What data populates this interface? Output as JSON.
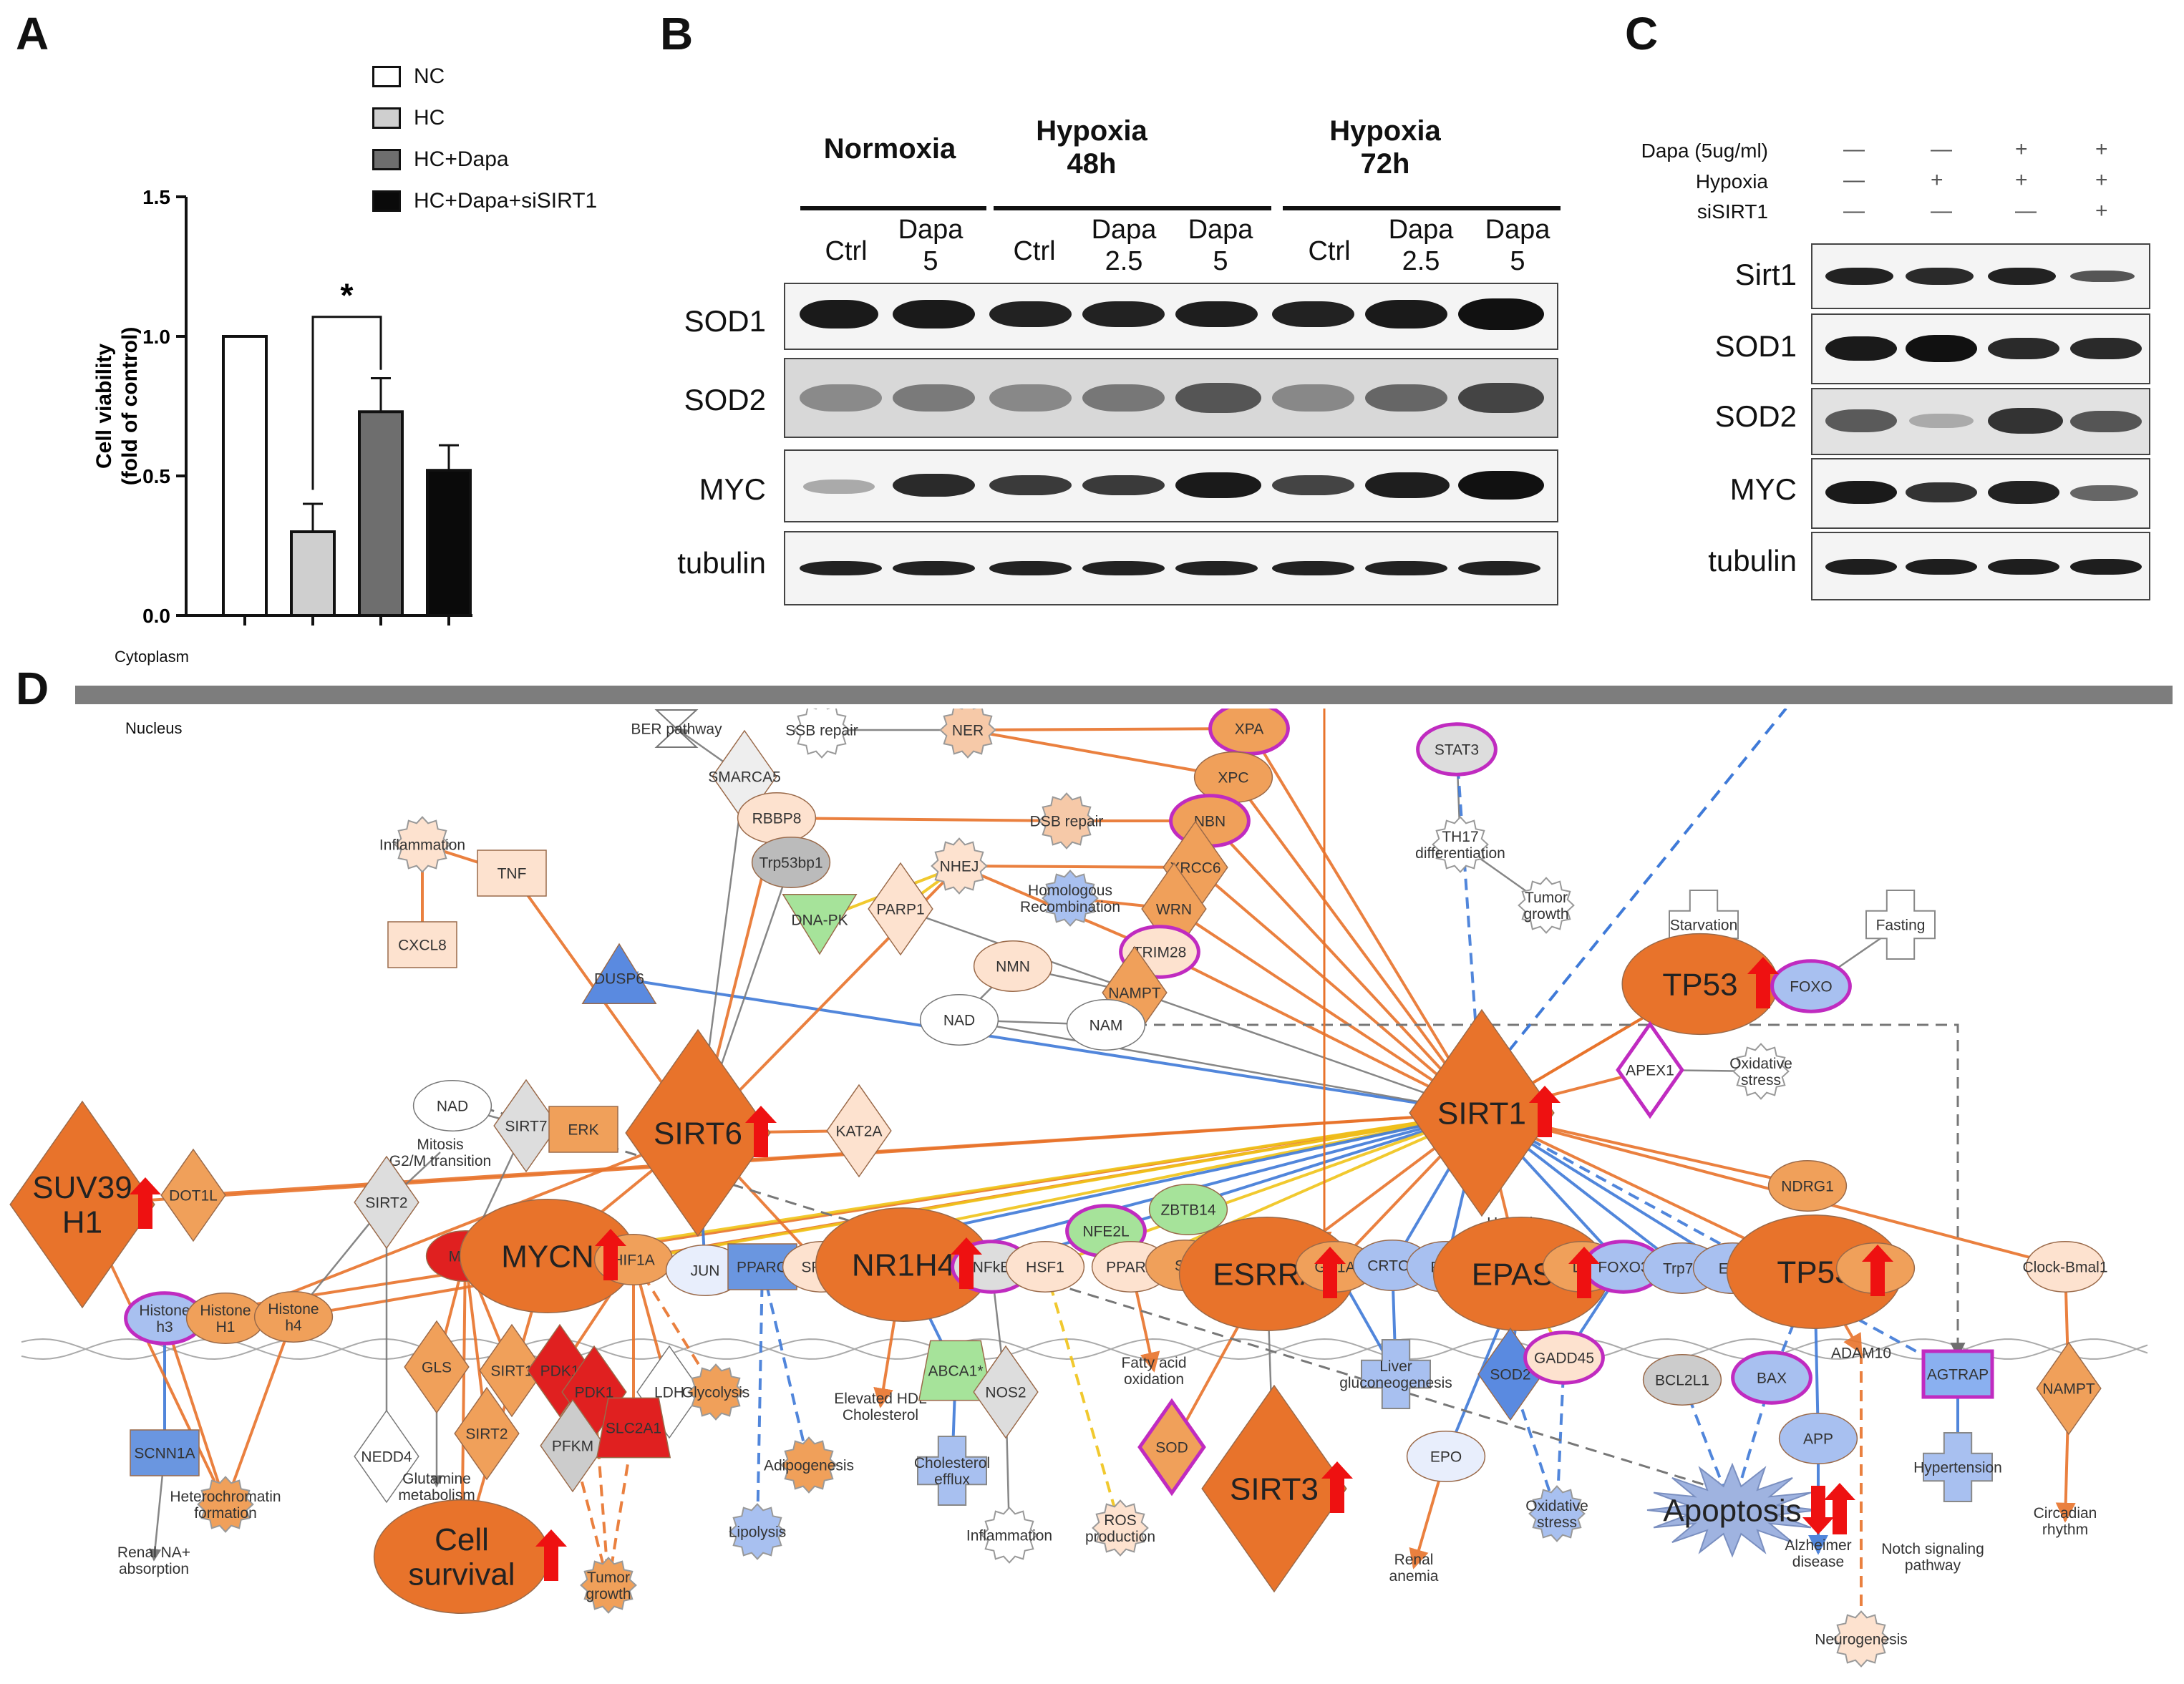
{
  "panels": {
    "a": "A",
    "b": "B",
    "c": "C",
    "d": "D"
  },
  "panelA": {
    "legend": [
      {
        "label": "NC",
        "color": "#ffffff"
      },
      {
        "label": "HC",
        "color": "#cfcfcf"
      },
      {
        "label": "HC+Dapa",
        "color": "#6e6e6e"
      },
      {
        "label": "HC+Dapa+siSIRT1",
        "color": "#0a0a0a"
      }
    ],
    "significance": "*"
  },
  "chart_data": {
    "type": "bar",
    "categories": [
      "NC",
      "HC",
      "HC+Dapa",
      "HC+Dapa+siSIRT1"
    ],
    "values": [
      1.0,
      0.3,
      0.73,
      0.52
    ],
    "errors": [
      0,
      0.1,
      0.12,
      0.09
    ],
    "colors": [
      "#ffffff",
      "#cfcfcf",
      "#6e6e6e",
      "#0a0a0a"
    ],
    "ylabel": "Cell viability\n(fold of control)",
    "ylim": [
      0,
      1.5
    ],
    "yticks": [
      "0.0",
      "0.5",
      "1.0",
      "1.5"
    ],
    "annotations": [
      "*"
    ]
  },
  "panelB": {
    "groups": [
      {
        "label": "Normoxia"
      },
      {
        "label": "Hypoxia\n48h"
      },
      {
        "label": "Hypoxia\n72h"
      }
    ],
    "lanes": [
      "Ctrl",
      "Dapa\n5",
      "Ctrl",
      "Dapa\n2.5",
      "Dapa\n5",
      "Ctrl",
      "Dapa\n2.5",
      "Dapa\n5"
    ],
    "rows": [
      "SOD1",
      "SOD2",
      "MYC",
      "tubulin"
    ]
  },
  "panelC": {
    "conditions": [
      {
        "label": "Dapa (5ug/ml)",
        "marks": [
          "—",
          "—",
          "+",
          "+"
        ]
      },
      {
        "label": "Hypoxia",
        "marks": [
          "—",
          "+",
          "+",
          "+"
        ]
      },
      {
        "label": "siSIRT1",
        "marks": [
          "—",
          "—",
          "—",
          "+"
        ]
      }
    ],
    "rows": [
      "Sirt1",
      "SOD1",
      "SOD2",
      "MYC",
      "tubulin"
    ]
  },
  "panelD": {
    "compartments": {
      "cytoplasm": "Cytoplasm",
      "nucleus": "Nucleus"
    },
    "colors": {
      "orange": "#e8732b",
      "lightOrange": "#f6c9a8",
      "blue": "#3f7ad8",
      "yellow": "#f0c419",
      "gray": "#7a7a7a",
      "red": "#e02020",
      "green": "#a6e39a",
      "purple": "#c02bc0"
    },
    "nodes": {
      "ber": "BER pathway",
      "ssb": "SSB repair",
      "ner": "NER",
      "xpa": "XPA",
      "xpc": "XPC",
      "nbn": "NBN",
      "smarca5": "SMARCA5",
      "rbbp8": "RBBP8",
      "dsb": "DSB repair",
      "xrcc6": "XRCC6",
      "stat3": "STAT3",
      "th17": "TH17\ndifferentiation",
      "tumorgrowth": "Tumor\ngrowth",
      "inflammation": "Inflammation",
      "tnf": "TNF",
      "cxcl8": "CXCL8",
      "trp53bp1": "Trp53bp1",
      "dnapk": "DNA-PK",
      "nhej": "NHEJ",
      "parp1": "PARP1",
      "homrec": "Homologous\nRecombination",
      "wrn": "WRN",
      "trim28": "TRIM28",
      "starvation": "Starvation",
      "fasting": "Fasting",
      "dusp6": "DUSP6",
      "nmn": "NMN",
      "nampt1": "NAMPT",
      "nad1": "NAD",
      "nam": "NAM",
      "tp53a": "TP53",
      "foxo_a": "FOXO",
      "apex1": "APEX1",
      "oxstress": "Oxidative\nstress",
      "nad2": "NAD",
      "mitosis": "Mitosis\nG2/M transition",
      "sirt7": "SIRT7",
      "erk": "ERK",
      "sirt6": "SIRT6",
      "kat2a": "KAT2A",
      "sirt1": "SIRT1",
      "suv39h1": "SUV39\nH1",
      "dot1l": "DOT1L",
      "sirt2a": "SIRT2",
      "ndrg1": "NDRG1",
      "zbtb14": "ZBTB14",
      "nfe2l": "NFE2L",
      "hypoxia": "Hypoxia",
      "myc": "MYC",
      "mycn": "MYCN",
      "hif1a": "HIF1A",
      "jun": "JUN",
      "pparg": "PPARG",
      "sreb": "SREB",
      "nr1h4": "NR1H4",
      "nfkb": "NFkB",
      "hsf1": "HSF1",
      "ppara": "PPARA",
      "sp": "SP",
      "esrra": "ESRRA",
      "gc1a": "GC1A",
      "crtc2": "CRTC2",
      "fox": "FOX",
      "epas1": "EPAS1",
      "d4": "D4",
      "foxo3": "FOXO3",
      "trp73": "Trp73",
      "e2f": "E2F",
      "tp53b": "TP53",
      "b": "B",
      "clock": "Clock-Bmal1",
      "histh3": "Histone\nh3",
      "histh1": "Histone\nH1",
      "histh4": "Histone\nh4",
      "gls": "GLS",
      "sirt1b": "SIRT1",
      "pdk1a": "PDK1",
      "pdk1b": "PDK1",
      "ldh": "LDH",
      "glycolysis": "Glycolysis",
      "nedd4": "NEDD4",
      "scnn1a": "SCNN1A",
      "sirt2b": "SIRT2",
      "pfkm": "PFKM",
      "slc2a1": "SLC2A1",
      "elevhdl": "Elevated HDL\nCholesterol",
      "abca1": "ABCA1*",
      "nos2": "NOS2",
      "fattyacid": "Fatty acid\noxidation",
      "liver": "Liver\ngluconeogenesis",
      "sod2": "SOD2",
      "gadd45": "GADD45",
      "bcl2l1": "BCL2L1",
      "bax": "BAX",
      "adam10": "ADAM10",
      "agtrap": "AGTRAP",
      "nampt2": "NAMPT",
      "heterochrom": "Heterochromatin\nformation",
      "glutamine": "Glutamine\nmetabolism",
      "adipogenesis": "Adipogenesis",
      "cholefflux": "Cholesterol\nefflux",
      "sod": "SOD",
      "sirt3": "SIRT3",
      "epo": "EPO",
      "oxstress2": "Oxidative\nstress",
      "apoptosis": "Apoptosis",
      "app": "APP",
      "hypertension": "Hypertension",
      "renalna": "Renal NA+\nabsorption",
      "cellsurv": "Cell\nsurvival",
      "tumorgrowth2": "Tumor\ngrowth",
      "lipolysis": "Lipolysis",
      "inflammation2": "Inflammation",
      "rosprod": "ROS\nproduction",
      "renalanemia": "Renal\nanemia",
      "alzheimer": "Alzheimer\ndisease",
      "notch": "Notch signaling\npathway",
      "circadian": "Circadian\nrhythm",
      "neurogenesis": "Neurogenesis"
    }
  }
}
